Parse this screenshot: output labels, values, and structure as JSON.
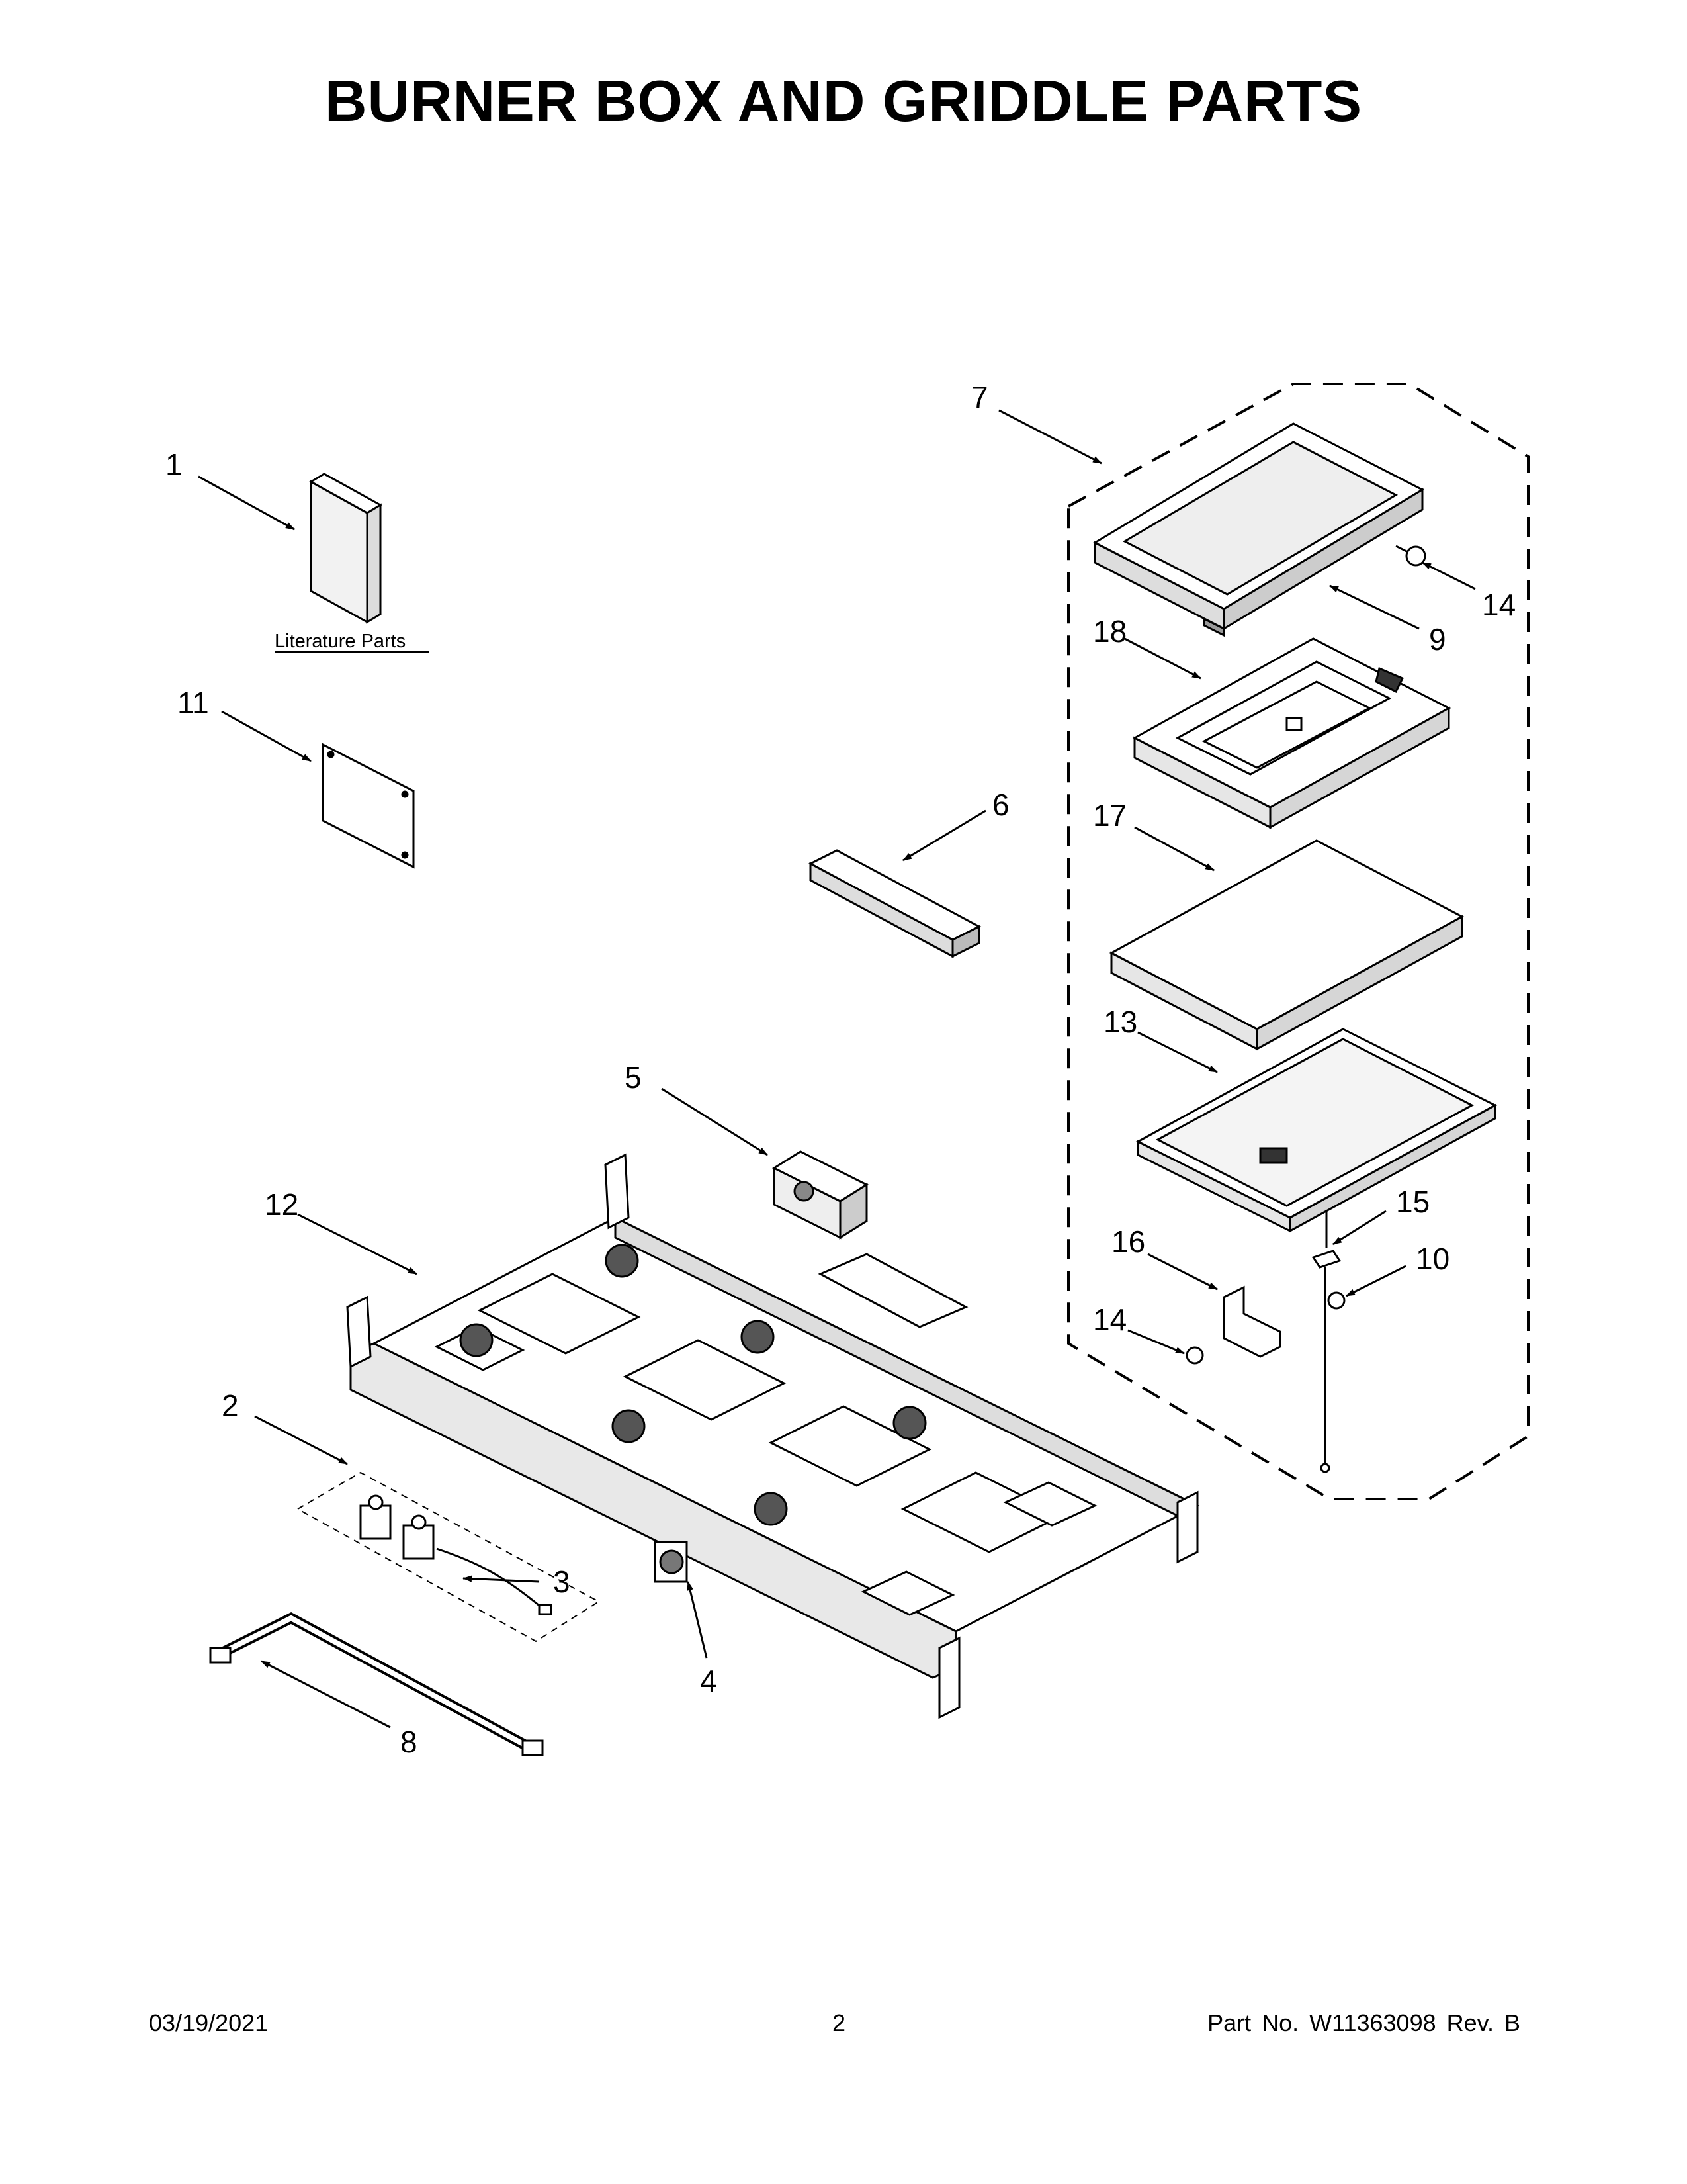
{
  "title": "BURNER BOX AND GRIDDLE PARTS",
  "literature_label": "Literature Parts",
  "callouts": {
    "c1": "1",
    "c2": "2",
    "c3": "3",
    "c4": "4",
    "c5": "5",
    "c6": "6",
    "c7": "7",
    "c8": "8",
    "c9": "9",
    "c10": "10",
    "c11": "11",
    "c12": "12",
    "c13": "13",
    "c14a": "14",
    "c14b": "14",
    "c15": "15",
    "c16": "16",
    "c17": "17",
    "c18": "18"
  },
  "footer": {
    "date": "03/19/2021",
    "page": "2",
    "part": "Part No.  W11363098  Rev.  B"
  }
}
